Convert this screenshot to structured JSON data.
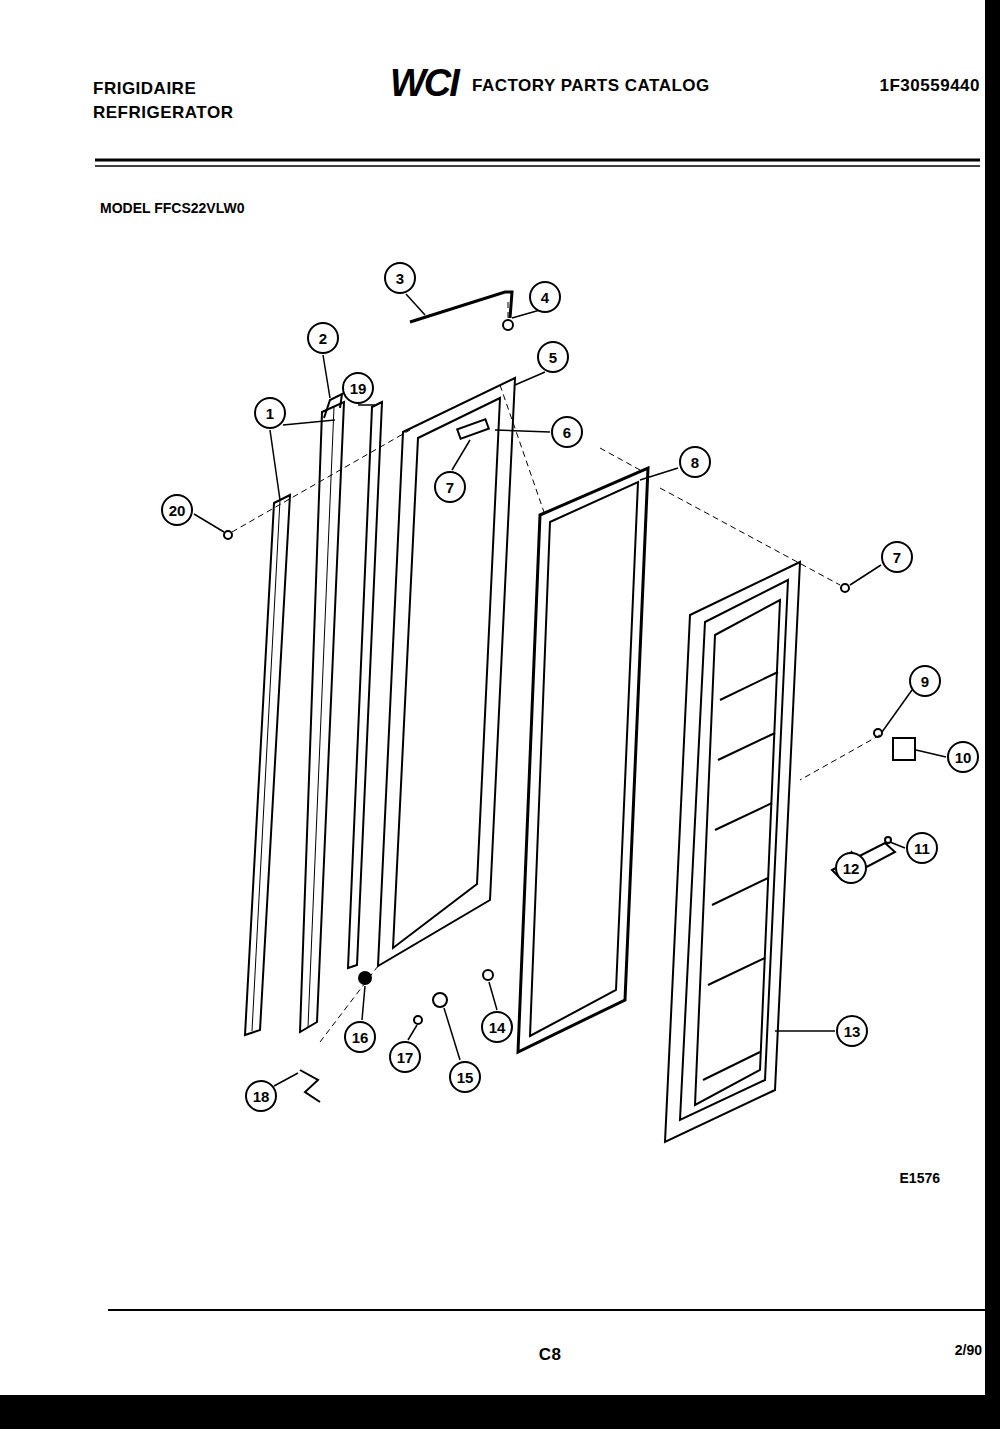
{
  "diagram": {
    "title": "FACTORY PARTS CATALOG",
    "labels": [
      "FRIGIDAIRE",
      "REFRIGERATOR",
      "WCI",
      "1F30559440",
      "MODEL FFCS22VLW0",
      "3",
      "4",
      "2",
      "19",
      "5",
      "1",
      "6",
      "8",
      "7",
      "20",
      "7",
      "9",
      "10",
      "12",
      "11",
      "13",
      "14",
      "16",
      "17",
      "15",
      "18",
      "E1576",
      "C8",
      "2/90"
    ]
  }
}
